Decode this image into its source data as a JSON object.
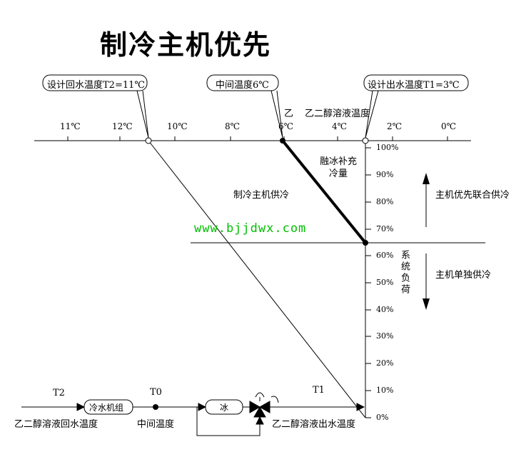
{
  "title": "制冷主机优先",
  "callouts": {
    "design_return": "设计回水温度T2=11℃",
    "middle": "中间温度6℃",
    "design_supply": "设计出水温度T1=3℃"
  },
  "axis": {
    "top_label": "乙二醇溶液温度",
    "top_label_prefix": "乙",
    "temp_ticks": [
      "11℃",
      "12℃",
      "10℃",
      "8℃",
      "6℃",
      "4℃",
      "2℃",
      "0℃"
    ],
    "load_ticks": [
      "100%",
      "90%",
      "80%",
      "70%",
      "60%",
      "50%",
      "40%",
      "30%",
      "20%",
      "10%",
      "0%"
    ],
    "load_label": "系统负荷"
  },
  "regions": {
    "ice_supplement": "融冰补充冷量",
    "chiller_supply": "制冷主机供冷"
  },
  "modes": {
    "combined": "主机优先联合供冷",
    "alone": "主机单独供冷"
  },
  "watermark": "www.bjjdwx.com",
  "flow": {
    "t2": "T2",
    "t0": "T0",
    "t1": "T1",
    "chiller": "冷水机组",
    "ice": "冰",
    "inlet_label": "乙二醇溶液回水温度",
    "mid_label": "中间温度",
    "outlet_label": "乙二醇溶液出水温度"
  }
}
